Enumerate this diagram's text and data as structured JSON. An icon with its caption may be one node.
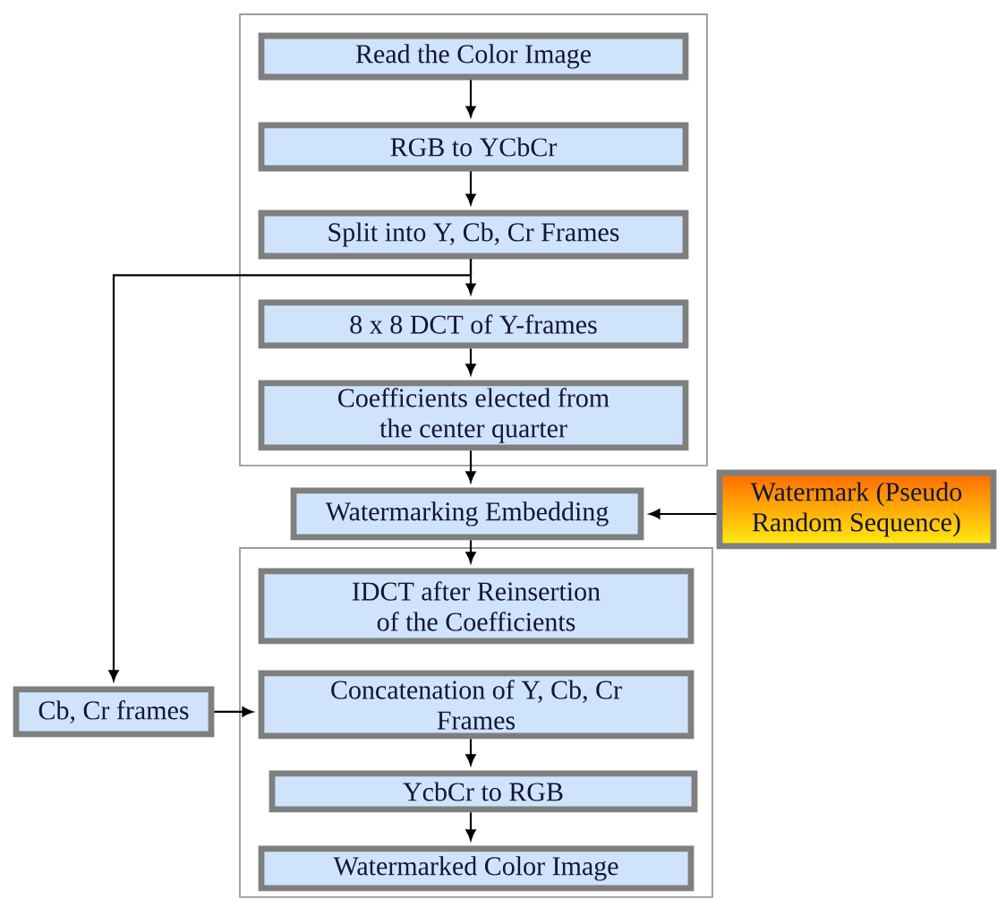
{
  "diagram": {
    "nodes": [
      {
        "text": [],
        "shape": "box"
      },
      {
        "text": [
          "Read the Color Image"
        ],
        "in": 0
      },
      {
        "text": [
          "RGB to YCbCr"
        ],
        "in": 0
      },
      {
        "text": [
          "Split into Y, Cb, Cr Frames"
        ],
        "in": 0
      },
      {
        "text": [
          "8 x 8 DCT of Y-frames"
        ],
        "in": 0
      },
      {
        "text": [
          "Coefficients elected from the center quarter"
        ],
        "in": 0
      },
      {
        "text": [
          "Watermarking Embedding"
        ]
      },
      {
        "text": [
          "Watermark (Pseudo Random Sequence)"
        ]
      },
      {
        "text": [],
        "shape": "box"
      },
      {
        "text": [
          "IDCT after Reinsertion of the Coefficients"
        ],
        "in": 8
      },
      {
        "text": [
          "Cb, Cr frames"
        ]
      },
      {
        "text": [
          "Concatenation of Y, Cb, Cr Frames"
        ],
        "in": 8
      },
      {
        "text": [
          "YcbCr to RGB"
        ],
        "in": 8
      },
      {
        "text": [
          "Watermarked Color Image"
        ],
        "in": 8
      }
    ],
    "edges": [
      {
        "from": 1,
        "to": 2,
        "arrow": "to"
      },
      {
        "from": 2,
        "to": 3,
        "arrow": "to"
      },
      {
        "from": 3,
        "to": 4,
        "arrow": "to"
      },
      {
        "from": 4,
        "to": 5,
        "arrow": "to"
      },
      {
        "from": 5,
        "to": 6,
        "arrow": "to"
      },
      {
        "from": 7,
        "to": 6,
        "arrow": "to"
      },
      {
        "from": 6,
        "to": 9,
        "arrow": "to"
      },
      {
        "from": 3,
        "to": 10,
        "arrow": "to"
      },
      {
        "from": 10,
        "to": 11,
        "arrow": "to"
      },
      {
        "from": 11,
        "to": 12,
        "arrow": "to"
      },
      {
        "from": 12,
        "to": 13,
        "arrow": "to"
      }
    ]
  }
}
